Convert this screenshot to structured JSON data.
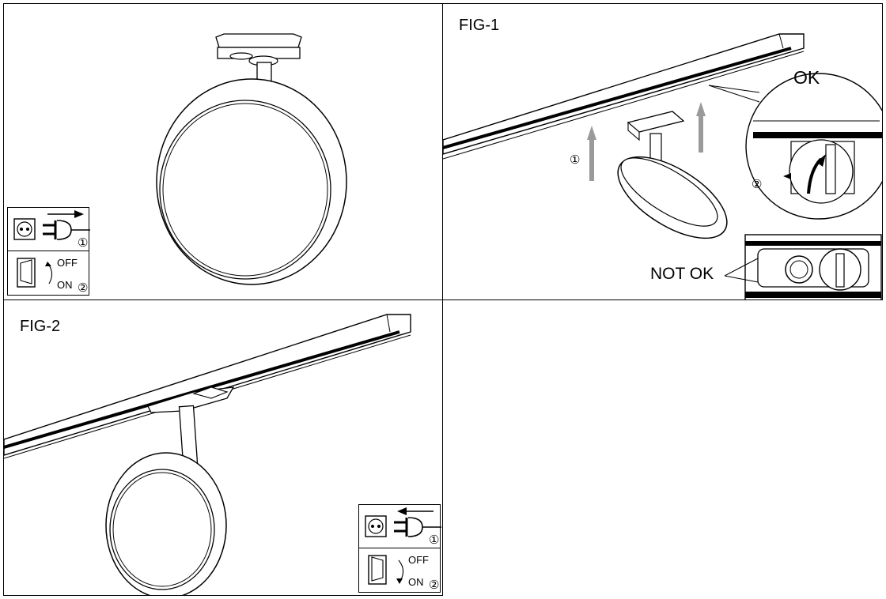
{
  "figures": {
    "fig1": {
      "label": "FIG-1"
    },
    "fig2": {
      "label": "FIG-2"
    }
  },
  "callouts": {
    "ok": "OK",
    "not_ok": "NOT OK"
  },
  "steps": {
    "one": "①",
    "two": "②"
  },
  "switch": {
    "off": "OFF",
    "on": "ON"
  },
  "icons": {
    "socket": "socket-icon",
    "plug": "plug-icon",
    "rocker_switch": "rocker-switch-icon",
    "arrow_up": "arrow-up-icon"
  },
  "colors": {
    "line": "#000000",
    "arrow_gray": "#9a9a9a",
    "background": "#ffffff"
  }
}
